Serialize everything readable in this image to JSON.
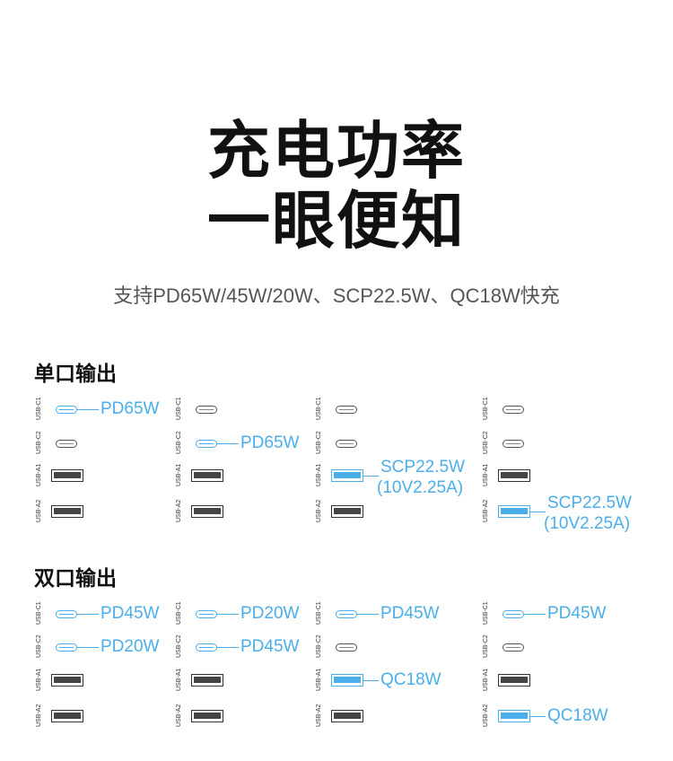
{
  "title": {
    "line1": "充电功率",
    "line2": "一眼便知"
  },
  "subtitle": "支持PD65W/45W/20W、SCP22.5W、QC18W快充",
  "colors": {
    "accent": "#4aaeea",
    "text": "#111111",
    "port_inactive": "#444444"
  },
  "port_labels": [
    "USB-C1",
    "USB-C2",
    "USB-A1",
    "USB-A2"
  ],
  "sections": [
    {
      "heading": "单口输出",
      "configs": [
        {
          "active": "USB-C1",
          "outputs": [
            {
              "port": "USB-C1",
              "label": "PD65W"
            }
          ]
        },
        {
          "active": "USB-C2",
          "outputs": [
            {
              "port": "USB-C2",
              "label": "PD65W"
            }
          ]
        },
        {
          "active": "USB-A1",
          "outputs": [
            {
              "port": "USB-A1",
              "label": "SCP22.5W",
              "sub": "(10V2.25A)"
            }
          ]
        },
        {
          "active": "USB-A2",
          "outputs": [
            {
              "port": "USB-A2",
              "label": "SCP22.5W",
              "sub": "(10V2.25A)"
            }
          ]
        }
      ]
    },
    {
      "heading": "双口输出",
      "configs": [
        {
          "outputs": [
            {
              "port": "USB-C1",
              "label": "PD45W"
            },
            {
              "port": "USB-C2",
              "label": "PD20W"
            }
          ]
        },
        {
          "outputs": [
            {
              "port": "USB-C1",
              "label": "PD20W"
            },
            {
              "port": "USB-C2",
              "label": "PD45W"
            }
          ]
        },
        {
          "outputs": [
            {
              "port": "USB-C1",
              "label": "PD45W"
            },
            {
              "port": "USB-A1",
              "label": "QC18W"
            }
          ]
        },
        {
          "outputs": [
            {
              "port": "USB-C1",
              "label": "PD45W"
            },
            {
              "port": "USB-A2",
              "label": "QC18W"
            }
          ]
        }
      ]
    }
  ]
}
